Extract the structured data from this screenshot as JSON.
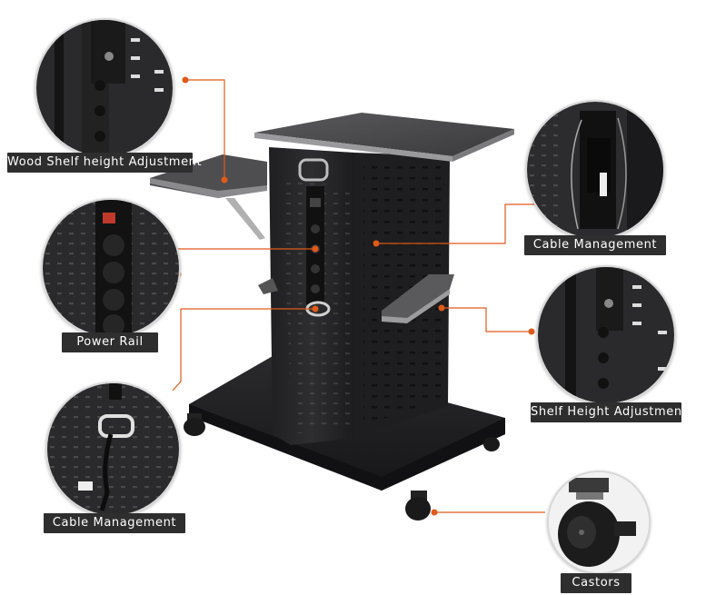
{
  "labels": {
    "wood_shelf": "Wood Shelf height Adjustment",
    "power_rail": "Power Rail",
    "cable_management_left": "Cable Management",
    "cable_management_right": "Cable Management",
    "shelf_height": "Shelf Height Adjustment",
    "castors": "Castors"
  },
  "colors": {
    "accent": "#e05a1a",
    "label_bg": "#2e2e2e",
    "label_text": "#ffffff",
    "cart_body": "#2b2b2d",
    "top_surface": "#4a4a4c"
  }
}
